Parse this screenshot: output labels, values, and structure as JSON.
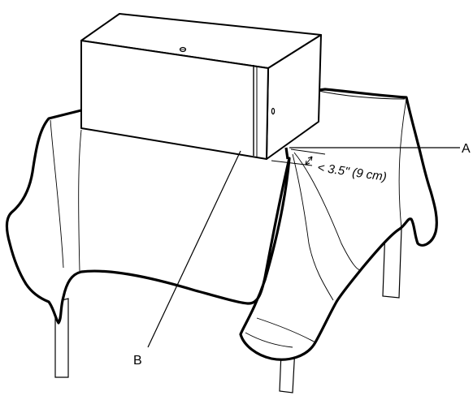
{
  "labels": {
    "a": "A",
    "b": "B",
    "measurement": "< 3.5\" (9 cm)"
  },
  "colors": {
    "line": "#000000",
    "background": "#ffffff"
  }
}
